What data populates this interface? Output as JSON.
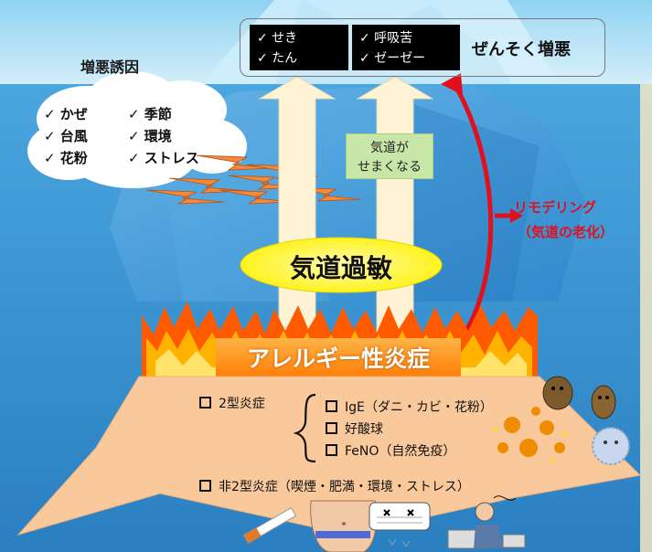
{
  "header": {
    "trigger_label": "増悪誘因",
    "worsen_label": "ぜんそく増悪",
    "symptoms": [
      [
        "✓ せき",
        "✓ たん"
      ],
      [
        "✓ 呼吸苦",
        "✓ ゼーゼー"
      ]
    ]
  },
  "triggers": [
    "✓ かぜ",
    "✓ 季節",
    "✓ 台風",
    "✓ 環境",
    "✓ 花粉",
    "✓ ストレス"
  ],
  "middle": {
    "narrow_lines": [
      "気道が",
      "せまくなる"
    ],
    "remodeling_lines": [
      "リモデリング",
      "（気道の老化）"
    ],
    "hypersensitivity": "気道過敏"
  },
  "allergy": "アレルギー性炎症",
  "type2": {
    "label": "2型炎症",
    "items": [
      "IgE（ダニ・カビ・花粉）",
      "好酸球",
      "FeNO（自然免疫）"
    ]
  },
  "non_type2": "非2型炎症（喫煙・肥満・環境・ストレス）",
  "colors": {
    "sea": "#3a96d4",
    "sky": "#aee0f5",
    "arrow": "#fff3d6",
    "accent_red": "#e0101d",
    "hyper_fill": "#fff200",
    "star_fill": "#f9c99c",
    "fire_orange": "#ff6a00"
  }
}
